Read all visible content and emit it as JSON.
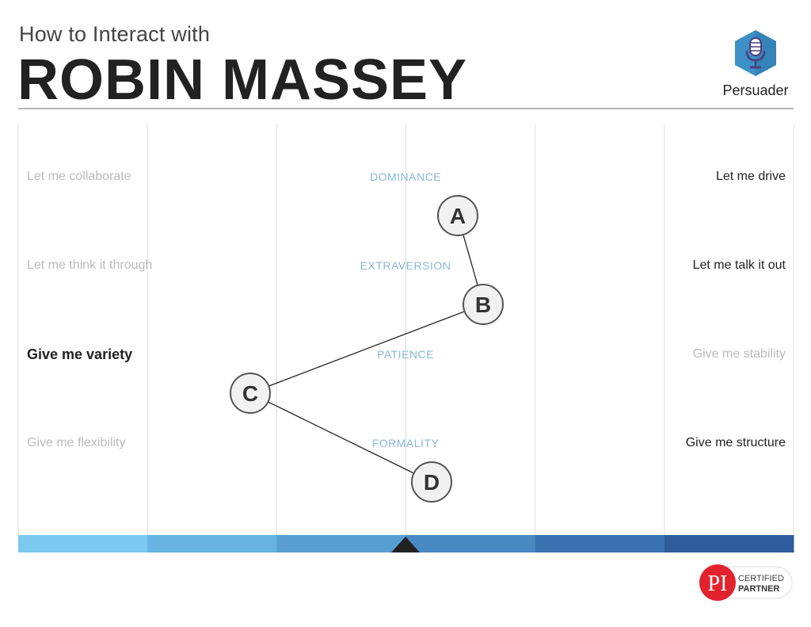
{
  "header": {
    "subtitle": "How to Interact with",
    "name": "ROBIN MASSEY"
  },
  "profile": {
    "label": "Persuader",
    "icon": "microphone-icon",
    "badge_color": "#3d8fc7"
  },
  "rows": [
    {
      "factor": "DOMINANCE",
      "left": "Let me collaborate",
      "right": "Let me drive",
      "point": "A",
      "emphasis": "right"
    },
    {
      "factor": "EXTRAVERSION",
      "left": "Let me think it through",
      "right": "Let me talk it out",
      "point": "B",
      "emphasis": "right"
    },
    {
      "factor": "PATIENCE",
      "left": "Give me variety",
      "right": "Give me stability",
      "point": "C",
      "emphasis": "left"
    },
    {
      "factor": "FORMALITY",
      "left": "Give me flexibility",
      "right": "Give me structure",
      "point": "D",
      "emphasis": "right"
    }
  ],
  "scale_colors": [
    "#7cc9ef",
    "#68b3df",
    "#579fd0",
    "#4889c2",
    "#3a72b0",
    "#2f5d9c"
  ],
  "footer": {
    "logo_mark": "PI",
    "logo_line1": "CERTIFIED",
    "logo_line2": "PARTNER",
    "logo_color": "#e2232e"
  }
}
